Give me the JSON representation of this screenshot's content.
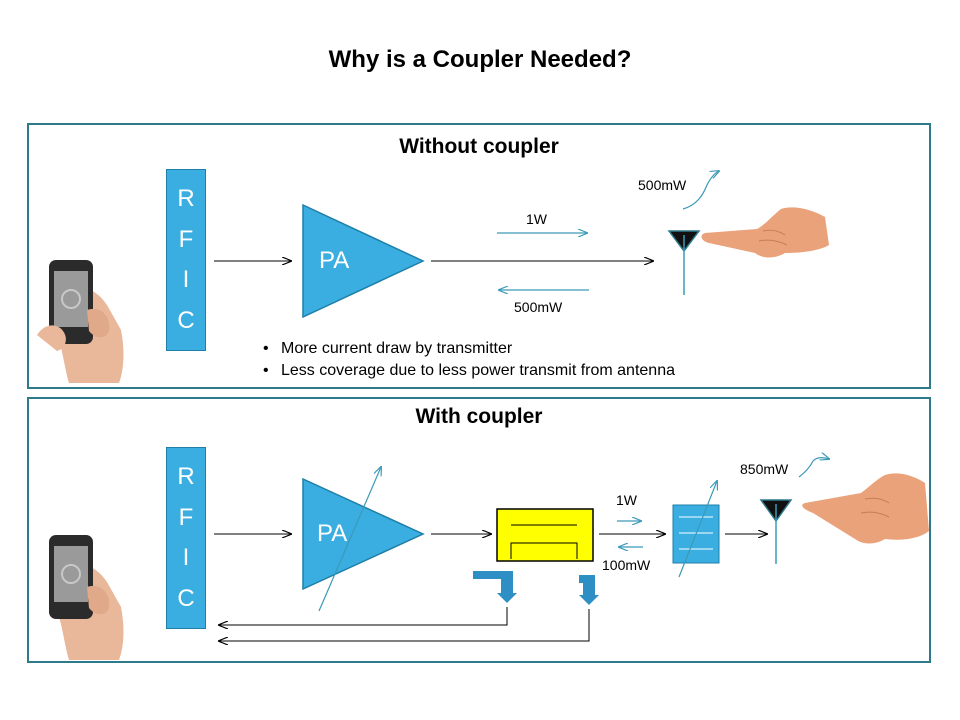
{
  "title": "Why is a Coupler Needed?",
  "without": {
    "heading": "Without coupler",
    "rfic_letters": [
      "R",
      "F",
      "I",
      "C"
    ],
    "pa_label": "PA",
    "forward_power": "1W",
    "reflected_power": "500mW",
    "radiated_power": "500mW",
    "bullets": [
      "More current draw by transmitter",
      "Less coverage due to less power transmit from antenna"
    ]
  },
  "with": {
    "heading": "With coupler",
    "rfic_letters": [
      "R",
      "F",
      "I",
      "C"
    ],
    "pa_label": "PA",
    "forward_power": "1W",
    "reflected_power": "100mW",
    "radiated_power": "850mW"
  },
  "colors": {
    "panel_border": "#2e7a8a",
    "block_blue": "#3aaee0",
    "coupler_yellow": "#ffff00",
    "arrow_teal": "#3b9ab8",
    "skin": "#e9a27a"
  },
  "icons": [
    "phone-in-hand-icon",
    "pointing-hand-icon",
    "antenna-icon"
  ]
}
